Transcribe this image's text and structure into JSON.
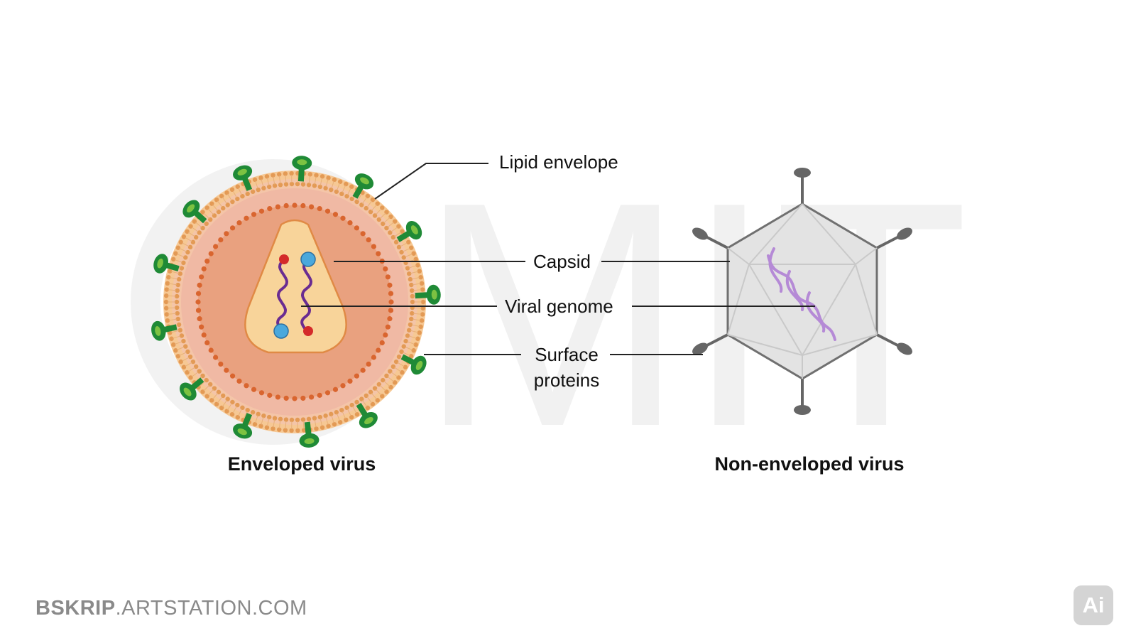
{
  "labels": {
    "lipid_envelope": "Lipid envelope",
    "capsid": "Capsid",
    "viral_genome": "Viral genome",
    "surface_proteins_line1": "Surface",
    "surface_proteins_line2": "proteins"
  },
  "captions": {
    "enveloped": "Enveloped virus",
    "non_enveloped": "Non-enveloped virus"
  },
  "watermark": {
    "text": "©MIT"
  },
  "footer": {
    "brand_bold": "BSKRIP",
    "brand_rest": ".ARTSTATION.COM"
  },
  "badge": {
    "text": "Ai"
  },
  "colors": {
    "envelope": "#f2b275",
    "membrane_heads": "#e39a55",
    "virion_inner": "#e9a17f",
    "core_dots": "#d9652f",
    "capsid_fill": "#f8d49a",
    "capsid_stroke": "#e08a45",
    "spike_green": "#1f8a36",
    "spike_light": "#7dc242",
    "genome_purple": "#6a2c91",
    "protein_blue": "#4aa8dc",
    "protein_red": "#d42a2a",
    "icosahedron_fill": "#e6e6e6",
    "icosahedron_edge": "#707070",
    "helix": "#b58ad6",
    "leader_line": "#222222"
  },
  "icons": {
    "surface_spike": "spike-protein-icon",
    "non_enveloped_spike": "penton-fiber-icon"
  }
}
